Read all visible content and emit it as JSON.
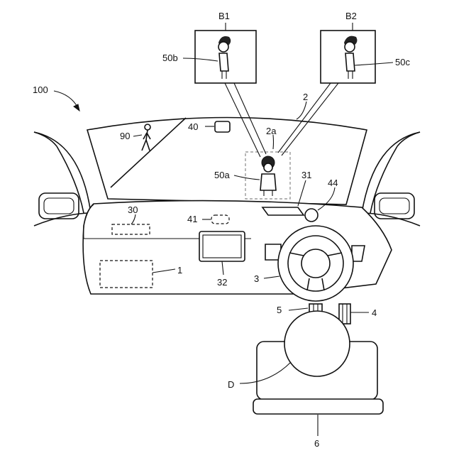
{
  "labels": {
    "system": "100",
    "windshield": "2",
    "display_area": "2a",
    "image_b1": "B1",
    "image_b2": "B2",
    "person_b1": "50b",
    "person_b2": "50c",
    "person_projected": "50a",
    "pedestrian": "90",
    "camera": "40",
    "hud_unit": "30",
    "projector": "31",
    "sensor": "44",
    "hidden_unit": "41",
    "center_display": "32",
    "controller": "1",
    "steering_wheel": "3",
    "driver_camera": "5",
    "seat_sensor": "4",
    "driver": "D",
    "seat": "6"
  }
}
